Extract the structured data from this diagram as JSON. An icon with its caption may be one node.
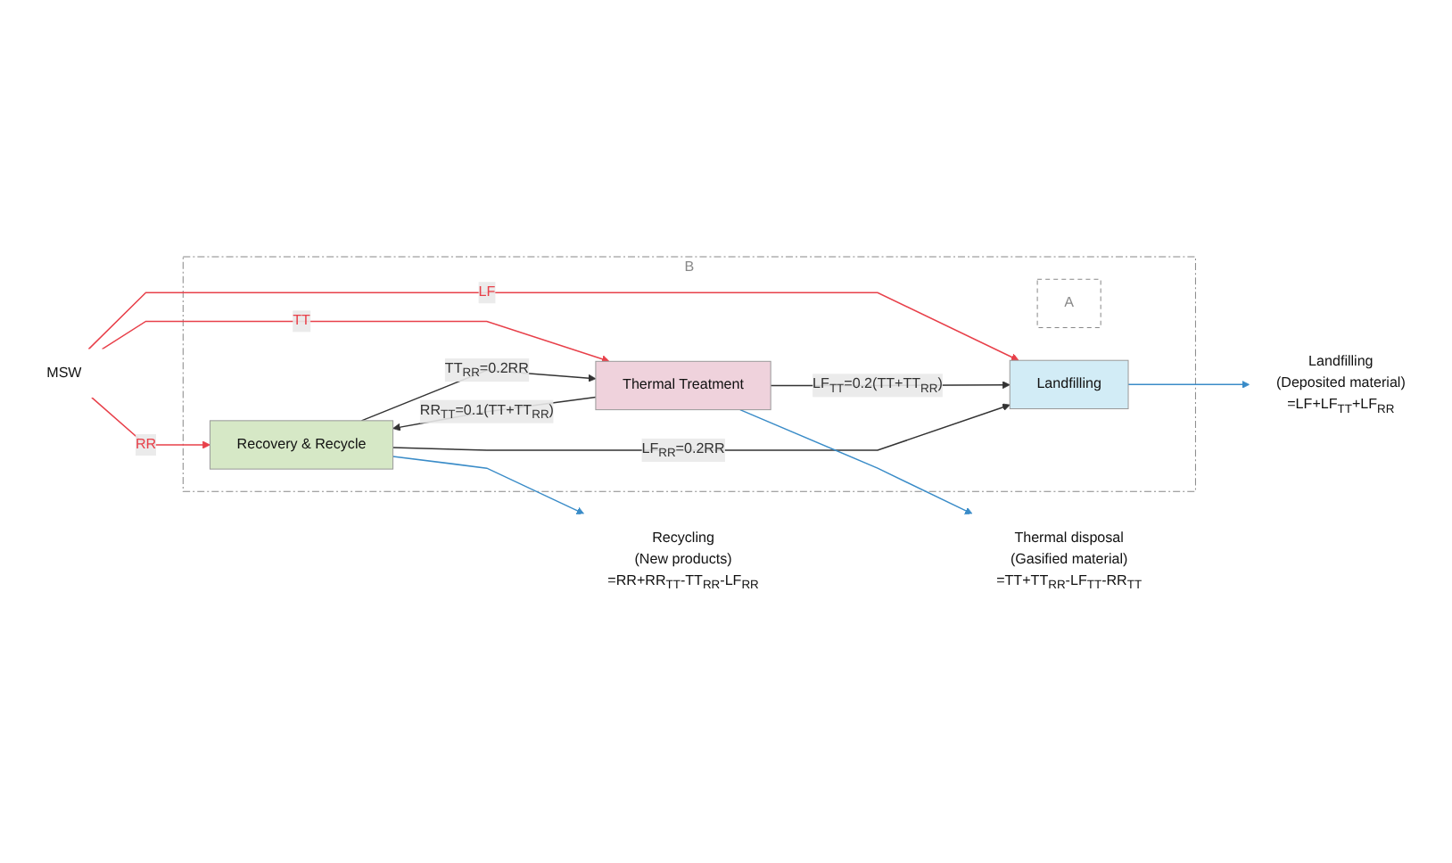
{
  "diagram": {
    "nodes": [
      {
        "text": [
          "B"
        ]
      },
      {
        "text": [
          "A"
        ],
        "in": 0
      },
      {
        "text": [
          "Recovery & Recycle"
        ],
        "in": 0
      },
      {
        "text": [
          "Thermal Treatment"
        ],
        "in": 0
      },
      {
        "text": [
          "Landfilling"
        ],
        "in": 0
      },
      {
        "text": [
          "MSW"
        ]
      },
      {
        "text": [
          "Recycling",
          "(New products)",
          "=RR+RR$_{TT}$-TT$_{RR}$-LF$_{RR}$"
        ]
      },
      {
        "text": [
          "Thermal disposal",
          "(Gasified material)",
          "=TT+TT$_{RR}$-LF$_{TT}$-RR$_{TT}$"
        ]
      },
      {
        "text": [
          "Landfilling",
          "(Deposited material)",
          "=LF+LF$_{TT}$+LF$_{RR}$"
        ]
      }
    ],
    "edges": [
      {
        "from": 5,
        "to": 2,
        "arrow": "to",
        "label": "RR",
        "color": "#e8404a"
      },
      {
        "from": 5,
        "to": 3,
        "arrow": "to",
        "label": "TT",
        "color": "#e8404a"
      },
      {
        "from": 5,
        "to": 4,
        "arrow": "to",
        "label": "LF",
        "color": "#e8404a"
      },
      {
        "from": 3,
        "to": 2,
        "arrow": "to",
        "label": "RR$_{TT}$=0.1(TT+TT$_{RR}$)"
      },
      {
        "from": 3,
        "to": 4,
        "arrow": "to",
        "label": "LF$_{TT}$=0.2(TT+TT$_{RR}$)"
      },
      {
        "from": 2,
        "to": 3,
        "arrow": "to",
        "label": "TT$_{RR}$=0.2RR"
      },
      {
        "from": 2,
        "to": 4,
        "arrow": "to",
        "label": "LF$_{RR}$=0.2RR"
      },
      {
        "from": 2,
        "to": 6,
        "arrow": "to",
        "color": "#3a8cc8"
      },
      {
        "from": 3,
        "to": 7,
        "arrow": "to",
        "color": "#3a8cc8"
      },
      {
        "from": 4,
        "to": 8,
        "arrow": "to",
        "color": "#3a8cc8"
      }
    ]
  }
}
